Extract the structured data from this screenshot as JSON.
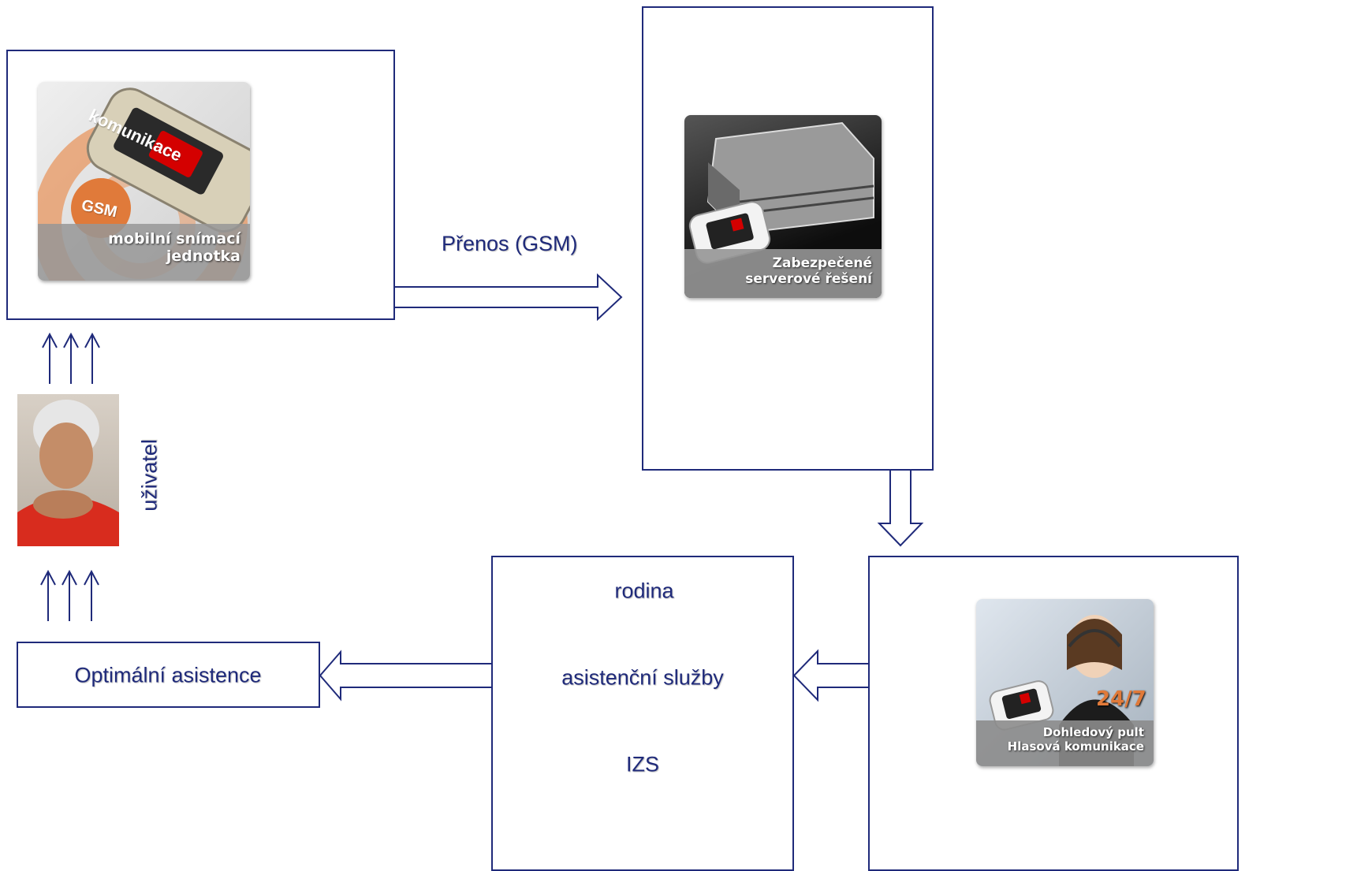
{
  "transfer_label": "Přenos (GSM)",
  "user_label": "uživatel",
  "assistance_label": "Optimální asistence",
  "responders": {
    "family": "rodina",
    "services": "asistenční služby",
    "emergency": "IZS"
  },
  "tiles": {
    "device": {
      "badge": "komunikace",
      "gsm": "GSM",
      "line1": "mobilní snímací",
      "line2": "jednotka"
    },
    "server": {
      "line1": "Zabezpečené",
      "line2": "serverové řešení"
    },
    "dispatch": {
      "badge": "24/7",
      "line1": "Dohledový pult",
      "line2": "Hlasová komunikace"
    }
  },
  "colors": {
    "line": "#1f2a7a",
    "accent_orange": "#e07a3a",
    "device_red": "#d40000"
  }
}
